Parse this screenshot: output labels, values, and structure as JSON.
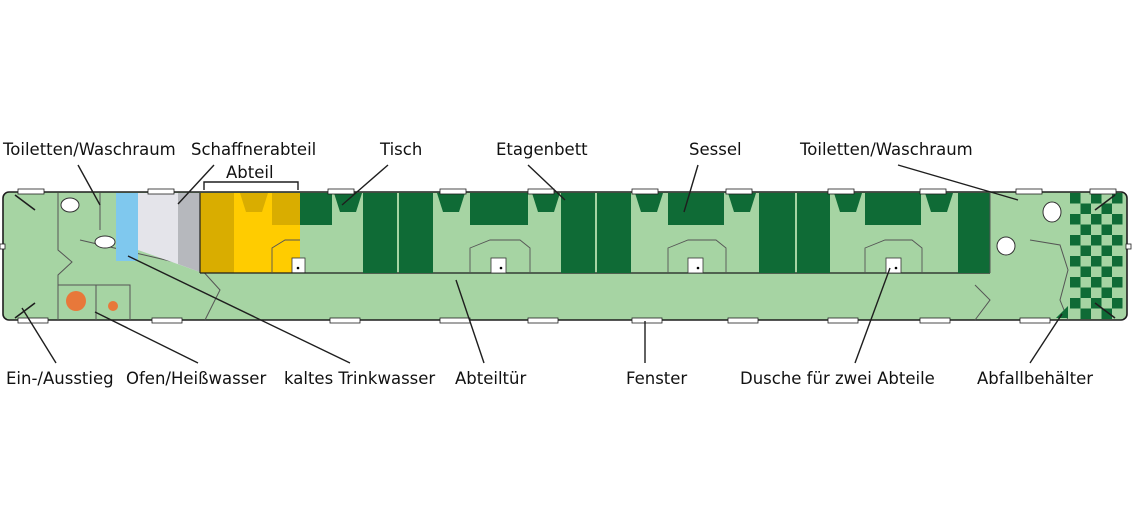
{
  "labels": {
    "toilet_left": "Toiletten/Waschraum",
    "conductor": "Schaffnerabteil",
    "compartment": "Abteil",
    "table": "Tisch",
    "bunk": "Etagenbett",
    "armchair": "Sessel",
    "toilet_right": "Toiletten/Waschraum",
    "entry": "Ein-/Ausstieg",
    "stove": "Ofen/Heißwasser",
    "cold_water": "kaltes Trinkwasser",
    "door": "Abteiltür",
    "window": "Fenster",
    "shower": "Dusche für zwei Abteile",
    "waste": "Abfallbehälter"
  },
  "colors": {
    "floor": "#a6d4a3",
    "dark_green": "#0f6b36",
    "outline": "#1e1e1e",
    "yellow": "#ffcc00",
    "yellow_dark": "#d9ad00",
    "cold_water": "#7fc8ee",
    "conductor_light": "#e4e4ea",
    "conductor_grey": "#b6b8bd",
    "stove": "#e8783a"
  }
}
